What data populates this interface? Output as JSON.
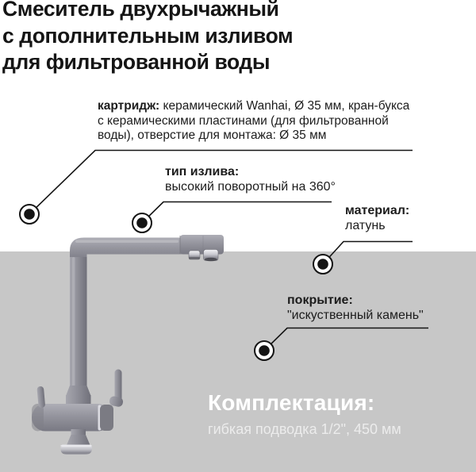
{
  "page": {
    "title": "Смеситель двухрычажный\nс дополнительным изливом\nдля фильтрованной воды"
  },
  "annotations": {
    "cartridge": {
      "label": "картридж:",
      "text": " керамический Wanhai, Ø 35 мм, кран-букса\nс керамическими пластинами (для фильтрованной\nводы), отверстие для монтажа: Ø 35 мм"
    },
    "spout": {
      "label": "тип излива:",
      "value": "высокий поворотный на 360°"
    },
    "material": {
      "label": "материал:",
      "value": "латунь"
    },
    "coating": {
      "label": "покрытие:",
      "value": "\"искуственный камень\""
    }
  },
  "package": {
    "title": "Комплектация:",
    "value": "гибкая подводка 1/2\", 450 мм"
  },
  "product": {
    "image": "two-lever-gray-kitchen-faucet-with-filtered-water-spout"
  },
  "icons": {
    "callout_marker": "target-dot-icon"
  },
  "colors": {
    "background": "#ffffff",
    "band": "#c7c7c7",
    "text": "#171717",
    "line": "#141414",
    "package_title": "#ffffff",
    "package_value": "#ececec",
    "faucet_body": "#90909a"
  }
}
